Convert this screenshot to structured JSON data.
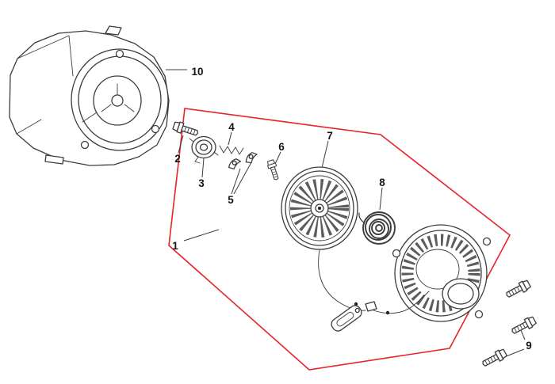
{
  "diagram": {
    "kind": "exploded-parts-diagram",
    "subject": "engine-recoil-starter-and-fan-cover",
    "callouts": [
      {
        "num": "1",
        "part": "recoil-starter-assembly-boundary"
      },
      {
        "num": "2",
        "part": "flange-bolt"
      },
      {
        "num": "3",
        "part": "starter-ratchet"
      },
      {
        "num": "4",
        "part": "ratchet-spring"
      },
      {
        "num": "5",
        "part": "ratchet-pawls"
      },
      {
        "num": "6",
        "part": "pivot-bolt"
      },
      {
        "num": "7",
        "part": "rope-reel"
      },
      {
        "num": "8",
        "part": "recoil-spiral-spring"
      },
      {
        "num": "9",
        "part": "mounting-bolts"
      },
      {
        "num": "10",
        "part": "fan-cover"
      }
    ],
    "colors": {
      "outline_red": "#e8232a",
      "linework": "#3c3c3c",
      "background": "#ffffff"
    }
  }
}
